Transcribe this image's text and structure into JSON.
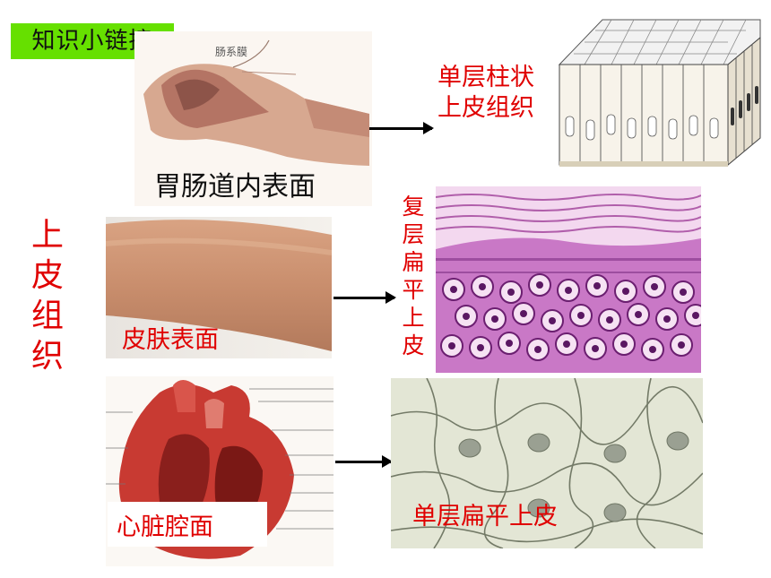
{
  "badge": "知识小链接",
  "side_title": [
    "上",
    "皮",
    "组",
    "织"
  ],
  "intestine": {
    "caption": "胃肠道内表面",
    "mesentery_label": "肠系膜"
  },
  "columnar": {
    "label_lines": [
      "单层柱状",
      "上皮组织"
    ]
  },
  "skin": {
    "caption": "皮肤表面"
  },
  "stratified": {
    "label_chars": [
      "复",
      "层",
      "扁",
      "平",
      "上",
      "皮"
    ]
  },
  "heart": {
    "caption": "心脏腔面"
  },
  "simple_squamous": {
    "label": "单层扁平上皮"
  },
  "colors": {
    "badge_green": "#66e000",
    "label_red": "#e00000"
  }
}
